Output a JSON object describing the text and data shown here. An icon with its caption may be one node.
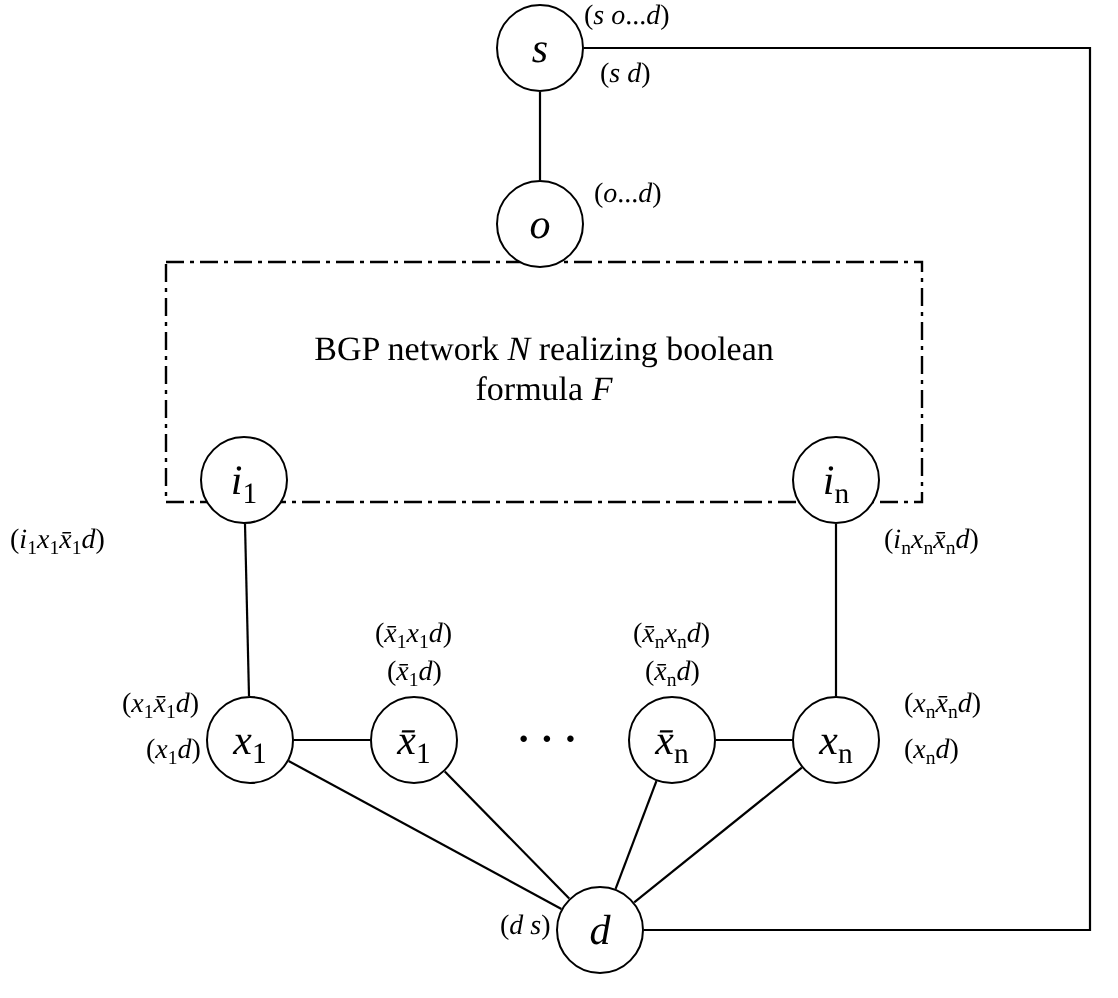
{
  "diagram": {
    "nodes": [
      {
        "text": [
          "BGP network *N* realizing boolean formula *F*"
        ]
      },
      {
        "text": [
          "*s*"
        ],
        "beside": [
          "(*s o*...*d*)",
          "(*s d*)"
        ]
      },
      {
        "text": [
          "*o*"
        ],
        "beside": [
          "(*o*...*d*)"
        ]
      },
      {
        "text": [
          "*i*$_{1}$"
        ],
        "beside": [
          "(*i*$_{1}$*x*$_{1}$*x̄*$_{1}$*d*)"
        ]
      },
      {
        "text": [
          "*i*$_{n}$"
        ],
        "beside": [
          "(*i*$_{n}$*x*$_{n}$*x̄*$_{n}$*d*)"
        ]
      },
      {
        "text": [
          "*x*$_{1}$"
        ],
        "beside": [
          "(*x*$_{1}$*x̄*$_{1}$*d*)",
          "(*x*$_{1}$*d*)"
        ]
      },
      {
        "text": [
          "*x̄*$_{1}$"
        ],
        "beside": [
          "(*x̄*$_{1}$*x*$_{1}$*d*)",
          "(*x̄*$_{1}$*d*)"
        ]
      },
      {
        "text": [
          "*x̄*$_{n}$"
        ],
        "beside": [
          "(*x̄*$_{n}$*x*$_{n}$*d*)",
          "(*x̄*$_{n}$*d*)"
        ]
      },
      {
        "text": [
          "*x*$_{n}$"
        ],
        "beside": [
          "(*x*$_{n}$*x̄*$_{n}$*d*)",
          "(*x*$_{n}$*d*)"
        ]
      },
      {
        "text": [
          "*d*"
        ],
        "beside": [
          "(*d s*)"
        ]
      }
    ],
    "edges": [
      {
        "from": 1,
        "to": 2,
        "arrow": "none"
      },
      {
        "from": 3,
        "to": 5,
        "arrow": "none"
      },
      {
        "from": 4,
        "to": 8,
        "arrow": "none"
      },
      {
        "from": 5,
        "to": 6,
        "arrow": "none"
      },
      {
        "from": 7,
        "to": 8,
        "arrow": "none"
      },
      {
        "from": 5,
        "to": 9,
        "arrow": "none"
      },
      {
        "from": 6,
        "to": 9,
        "arrow": "none"
      },
      {
        "from": 7,
        "to": 9,
        "arrow": "none"
      },
      {
        "from": 8,
        "to": 9,
        "arrow": "none"
      },
      {
        "from": 1,
        "to": 9,
        "arrow": "none"
      }
    ],
    "labels": [
      "· · ·"
    ]
  }
}
